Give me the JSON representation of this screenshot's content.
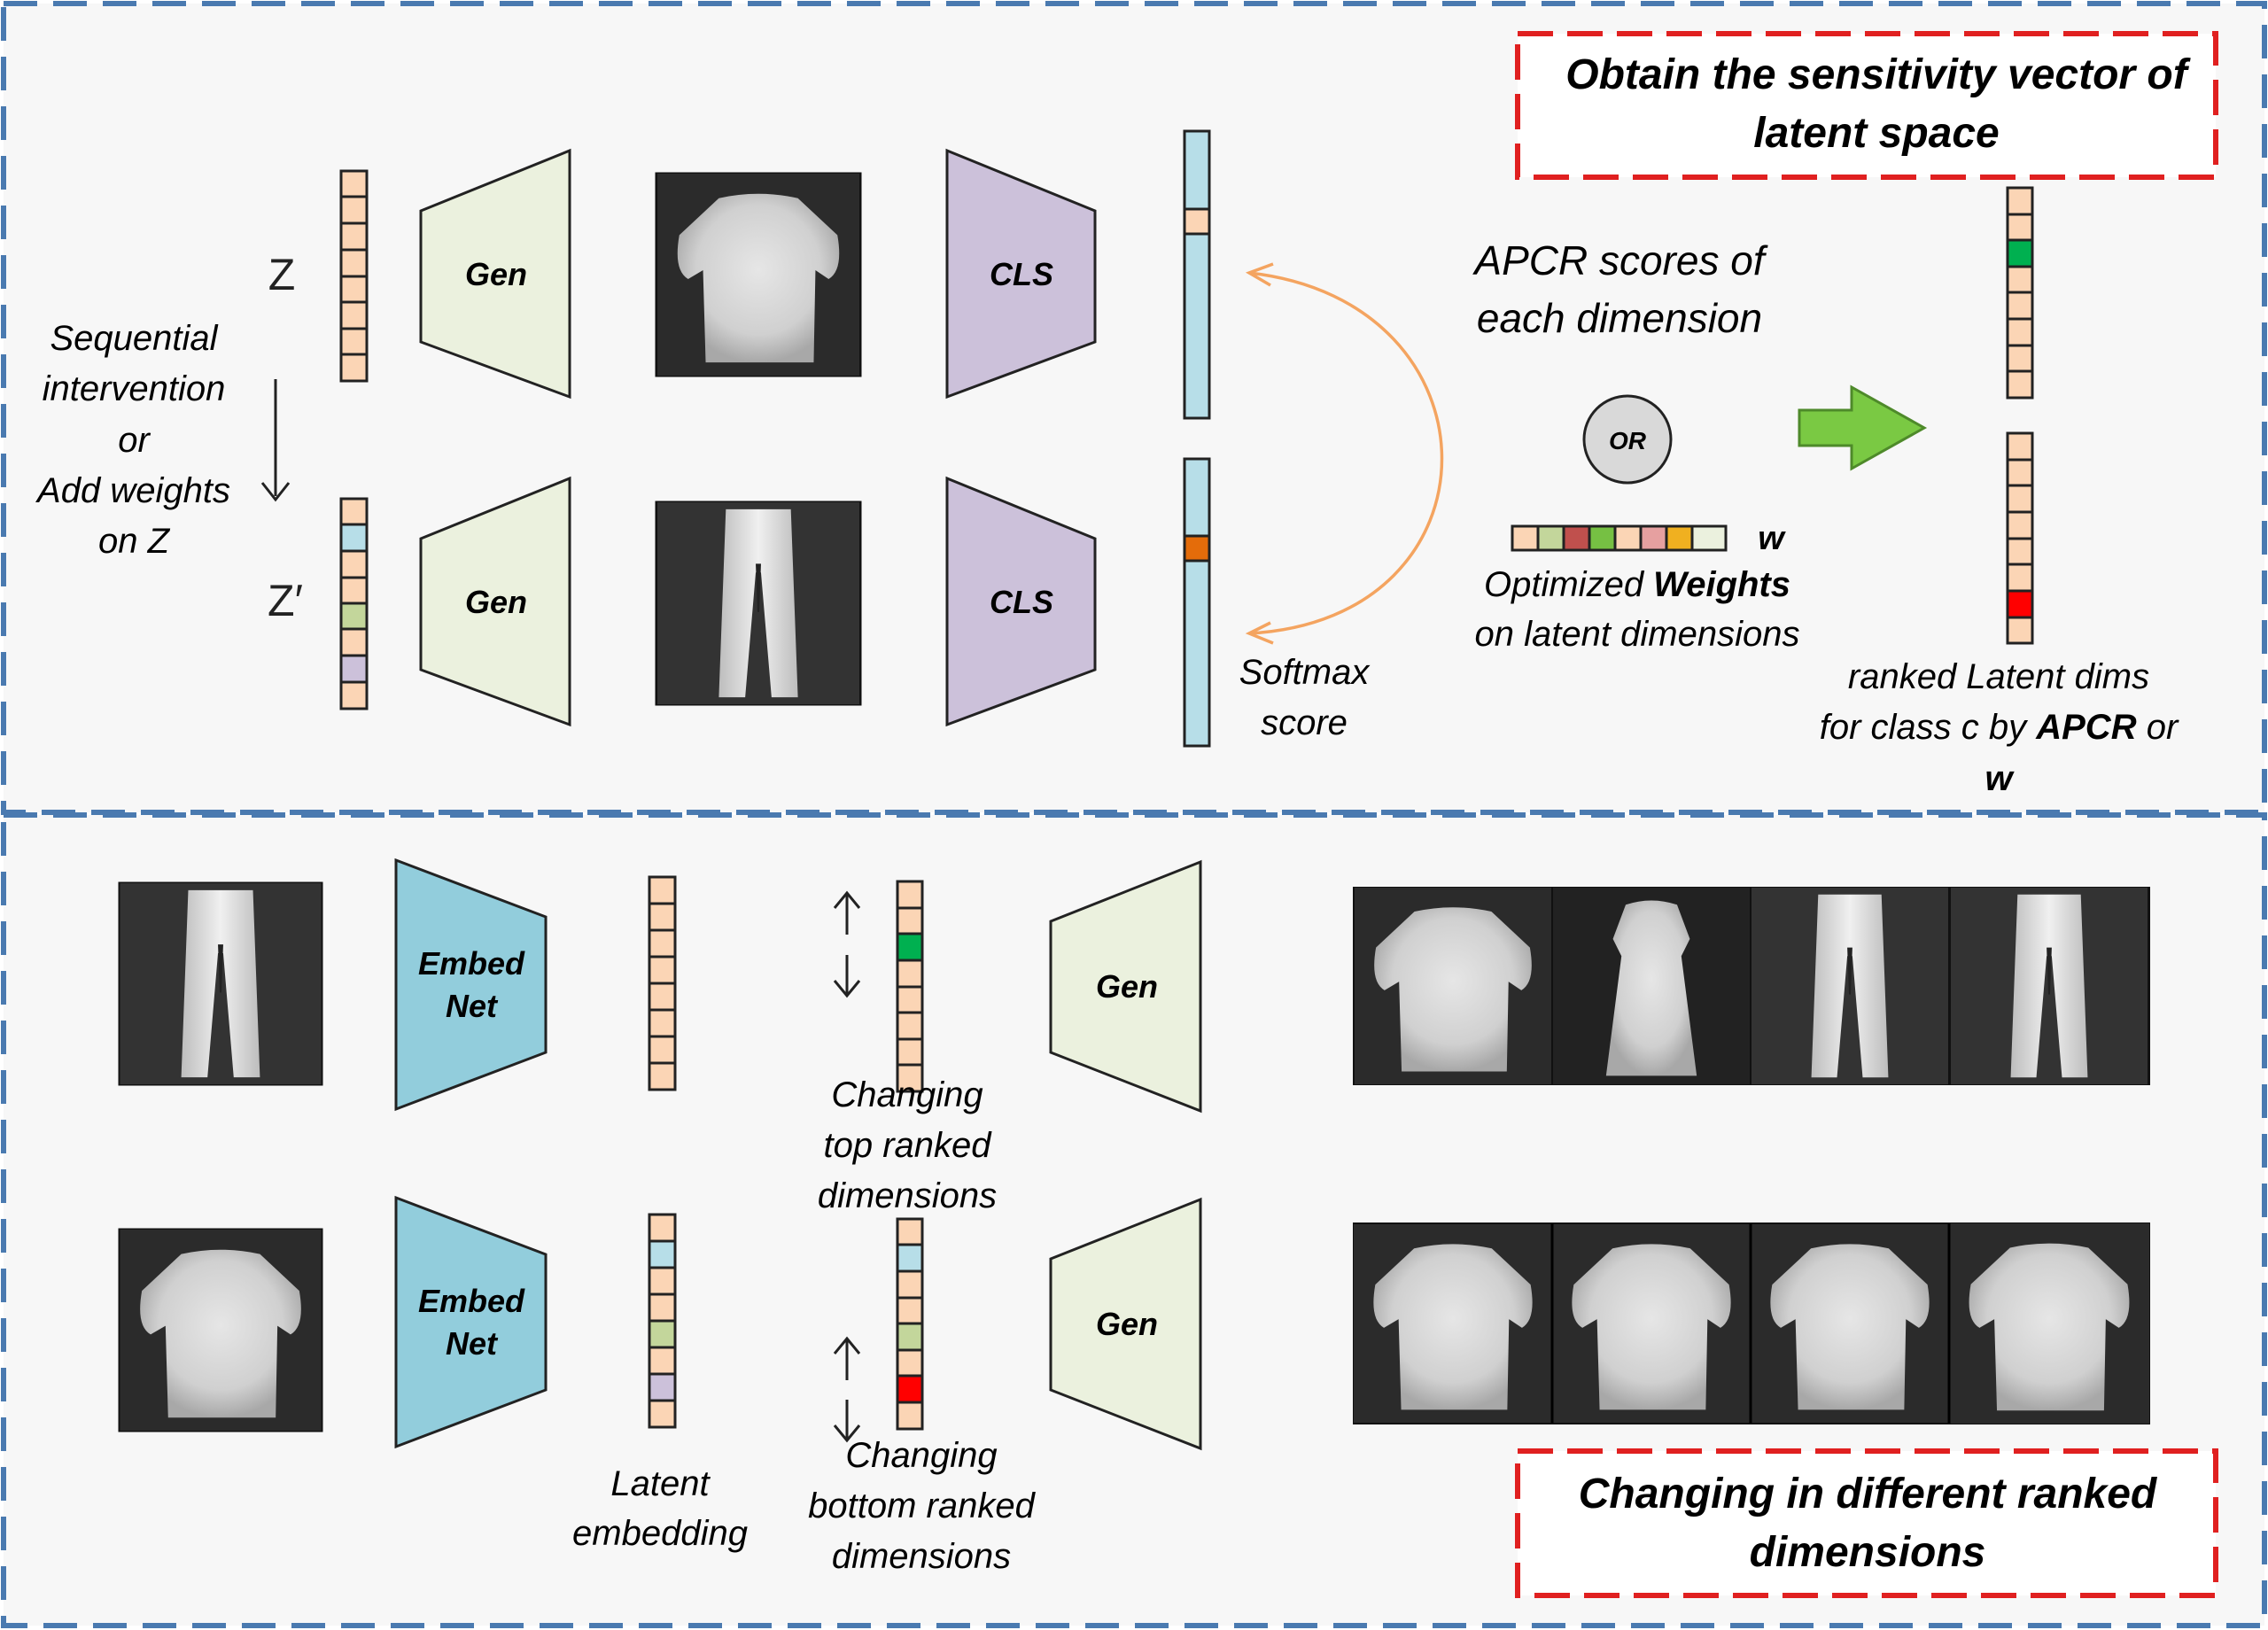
{
  "top_panel": {
    "header_box": [
      "Obtain the sensitivity vector of",
      "latent space"
    ],
    "z_label": "Z",
    "z_prime_label": "Z′",
    "left_caption": [
      "Sequential",
      "intervention",
      "or",
      "Add weights",
      "on Z"
    ],
    "gen_label": "Gen",
    "cls_label": "CLS",
    "softmax_caption": [
      "Softmax",
      "score"
    ],
    "apcr_caption": [
      "APCR scores of",
      "each dimension"
    ],
    "or_label": "OR",
    "w_label": "w",
    "weights_caption_line1_prefix": "Optimized ",
    "weights_caption_line1_bold": "Weights",
    "weights_caption_line2": "on latent dimensions",
    "ranked_caption_line1": "ranked Latent dims",
    "ranked_caption_line2_prefix": "for class c by ",
    "ranked_caption_line2_bold": "APCR",
    "ranked_caption_line2_suffix": " or",
    "ranked_caption_line3": "w"
  },
  "bottom_panel": {
    "embed_label_line1": "Embed",
    "embed_label_line2": "Net",
    "gen_label": "Gen",
    "latent_caption": [
      "Latent",
      "embedding"
    ],
    "top_change_caption": [
      "Changing",
      "top ranked",
      "dimensions"
    ],
    "bottom_change_caption": [
      "Changing",
      "bottom ranked",
      "dimensions"
    ],
    "footer_box": [
      "Changing in different ranked",
      "dimensions"
    ]
  },
  "colors": {
    "panel_border": "#4a7ab0",
    "red_dash": "#e02020",
    "gen_fill": "#ebf1de",
    "cls_fill": "#ccc1da",
    "embed_fill": "#92cddc",
    "cell_peach": "#fbd5b5",
    "cell_blue": "#b7dee8",
    "cell_green": "#c3d69b",
    "cell_lavender": "#ccc1da",
    "cls_bar": "#b7dee8",
    "softmax_orange": "#e46c0a",
    "highlight_green": "#00b050",
    "highlight_red": "#ff0000",
    "arrow_orange": "#f4a460",
    "big_arrow_green": "#7ac943"
  },
  "icons": [
    "fashion-tshirt-image",
    "fashion-trouser-image",
    "green-right-arrow-icon",
    "curved-double-arrow-icon",
    "up-down-arrow-icon"
  ]
}
